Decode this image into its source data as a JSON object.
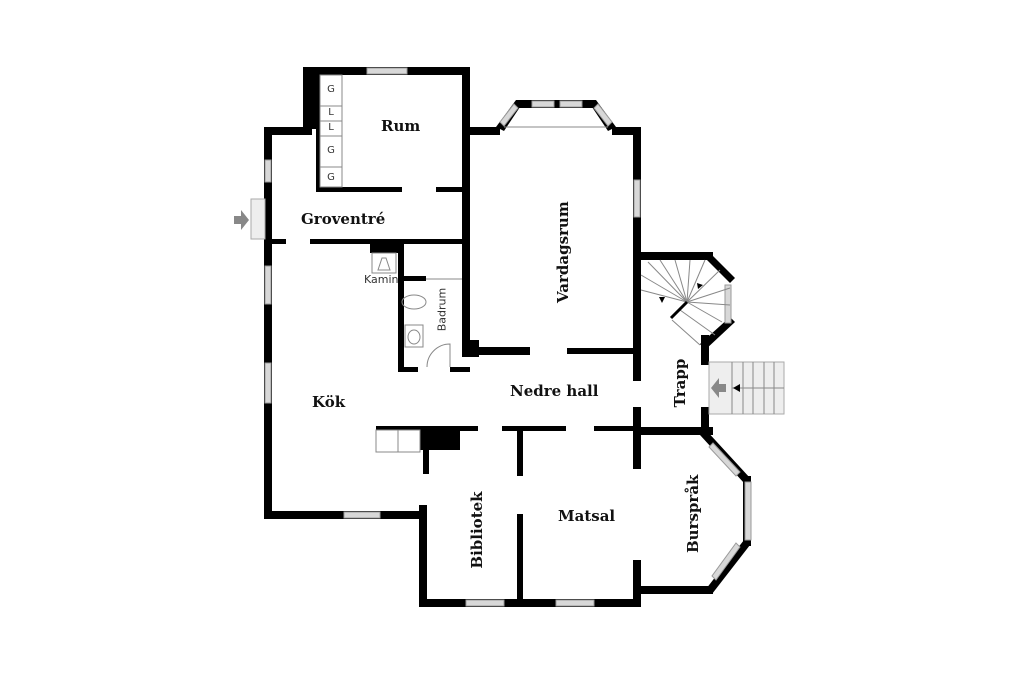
{
  "floorplan": {
    "rooms": {
      "rum": "Rum",
      "groventre": "Groventré",
      "kok": "Kök",
      "vardagsrum": "Vardagsrum",
      "nedre_hall": "Nedre hall",
      "trapp": "Trapp",
      "bibliotek": "Bibliotek",
      "matsal": "Matsal",
      "burssprak": "Burspråk",
      "badrum": "Badrum",
      "kamin": "Kamin"
    },
    "closet_labels": [
      "G",
      "L",
      "L",
      "G",
      "G"
    ],
    "entrances": [
      {
        "name": "west-entrance",
        "icon": "arrow-right-icon"
      },
      {
        "name": "east-entrance",
        "icon": "arrow-left-icon"
      }
    ],
    "colors": {
      "wall": "#000000",
      "window": "#d8d8d8",
      "background": "#ffffff"
    }
  }
}
